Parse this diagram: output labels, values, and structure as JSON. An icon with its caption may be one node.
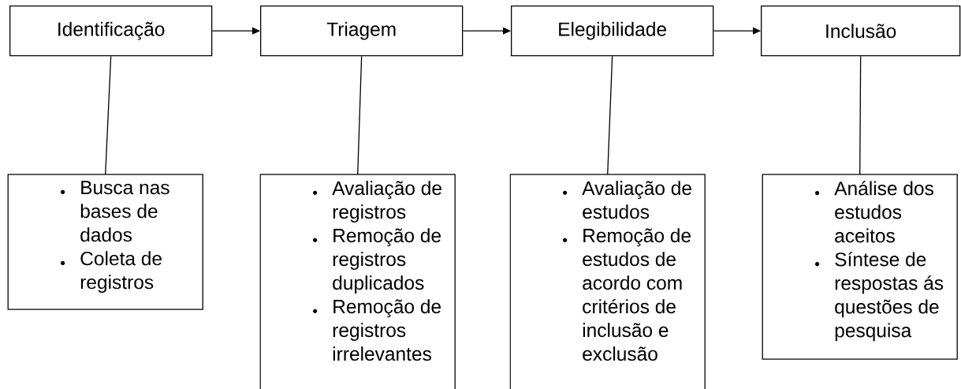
{
  "diagram": {
    "nodes": [
      {
        "text": [
          "Identificação"
        ]
      },
      {
        "text": [
          "Triagem"
        ]
      },
      {
        "text": [
          "Elegibilidade"
        ]
      },
      {
        "text": [
          "Inclusão"
        ]
      },
      {
        "text": [
          "Busca nas bases de dados",
          "Coleta de registros"
        ]
      },
      {
        "text": [
          "Avaliação de registros",
          "Remoção de registros duplicados",
          "Remoção de registros irrelevantes"
        ]
      },
      {
        "text": [
          "Avaliação de estudos",
          "Remoção de estudos de acordo com critérios de inclusão e exclusão"
        ]
      },
      {
        "text": [
          "Análise dos estudos aceitos",
          "Síntese de respostas ás questões de pesquisa"
        ]
      }
    ],
    "edges": [
      {
        "from": 0,
        "to": 1,
        "arrow": "to"
      },
      {
        "from": 1,
        "to": 2,
        "arrow": "to"
      },
      {
        "from": 2,
        "to": 3,
        "arrow": "to"
      },
      {
        "from": 0,
        "to": 4,
        "arrow": "none"
      },
      {
        "from": 1,
        "to": 5,
        "arrow": "none"
      },
      {
        "from": 2,
        "to": 6,
        "arrow": "none"
      },
      {
        "from": 3,
        "to": 7,
        "arrow": "none"
      }
    ]
  }
}
